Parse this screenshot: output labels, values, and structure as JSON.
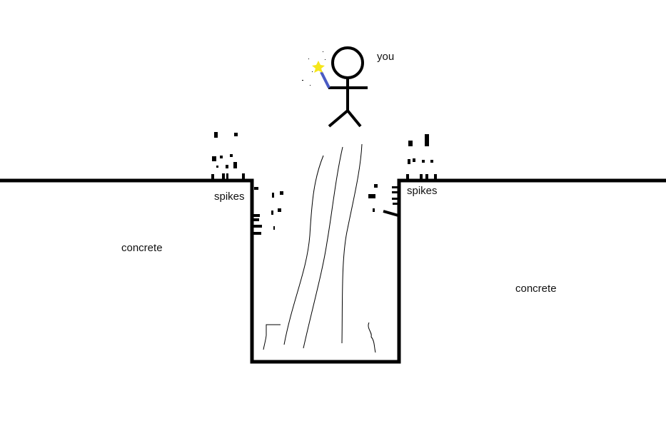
{
  "labels": {
    "you": "you",
    "spikes_left": "spikes",
    "spikes_right": "spikes",
    "concrete_left": "concrete",
    "concrete_right": "concrete"
  },
  "colors": {
    "ink": "#000000",
    "wand": "#4a5bc4",
    "star": "#f5e61b"
  }
}
